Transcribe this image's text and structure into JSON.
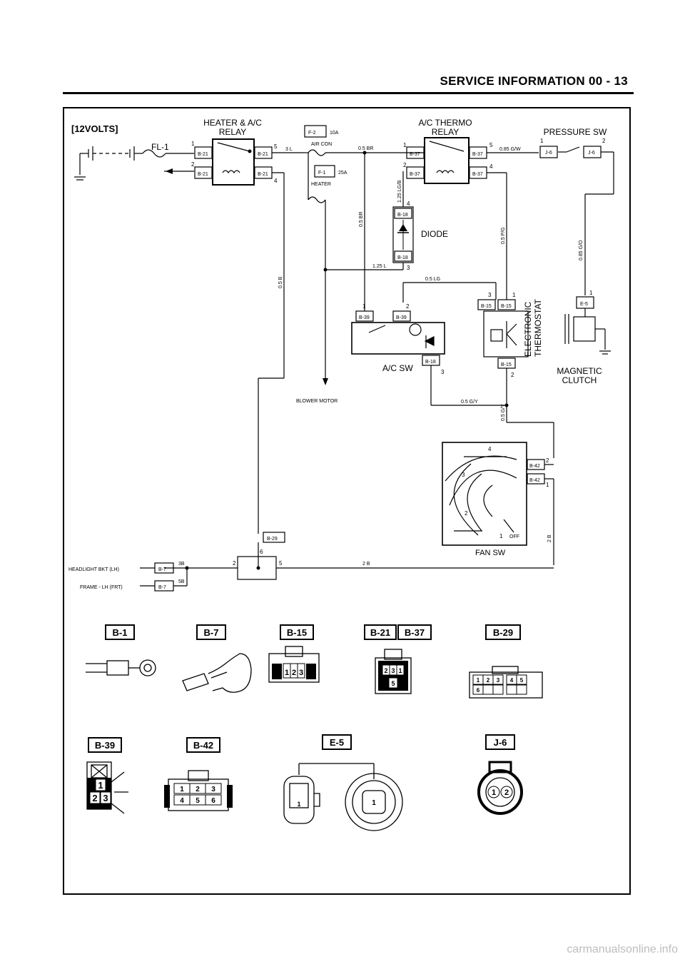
{
  "header": {
    "title": "SERVICE INFORMATION  00 - 13"
  },
  "diagram": {
    "system_voltage": "[12VOLTS]",
    "fusible_link": "FL-1",
    "heater_ac_relay": {
      "line1": "HEATER & A/C",
      "line2": "RELAY"
    },
    "ac_thermo_relay": {
      "line1": "A/C THERMO",
      "line2": "RELAY"
    },
    "pressure_sw": "PRESSURE SW",
    "fuse_aircon": {
      "id": "F-2",
      "rating": "10A",
      "name": "AIR CON"
    },
    "fuse_heater": {
      "id": "F-1",
      "rating": "25A",
      "name": "HEATER"
    },
    "diode": "DIODE",
    "ac_sw": "A/C SW",
    "electronic_thermostat": {
      "line1": "ELECTRONIC",
      "line2": "THERMOSTAT"
    },
    "magnetic_clutch": {
      "line1": "MAGNETIC",
      "line2": "CLUTCH"
    },
    "blower_motor": "BLOWER MOTOR",
    "fan_sw": "FAN SW",
    "fan_off": "OFF",
    "headlight_ground": "HEADLIGHT BKT (LH)",
    "frame_ground": "FRAME - LH (FRT)",
    "wires": {
      "w3l": "3 L",
      "w05br_top": "0.5 BR",
      "w085gw": "0.85 G/W",
      "w125lgb": "1.25 LG/B",
      "w05br_v": "0.5 BR",
      "w05pg": "0.5 P/G",
      "w085go": "0.85 G/O",
      "w125l": "1.25 L",
      "w05lg": "0.5 LG",
      "w05b": "0.5 B",
      "w05gy_h": "0.5 G/Y",
      "w05gy_v": "0.5 G/Y",
      "w2b_v": "2 B",
      "w2b_h": "2 B",
      "w3b": "3B",
      "w5b": "5B"
    },
    "connectors": {
      "b21": "B-21",
      "b37": "B-37",
      "j6": "J-6",
      "b18": "B-18",
      "b39": "B-39",
      "b15": "B-15",
      "e5": "E-5",
      "b42": "B-42",
      "b29": "B-29",
      "b7": "B-7"
    },
    "pins": {
      "p1": "1",
      "p2": "2",
      "p3": "3",
      "p4": "4",
      "p5": "5",
      "p6": "6"
    }
  },
  "connector_views": {
    "b1": "B-1",
    "b7": "B-7",
    "b15": "B-15",
    "b21": "B-21",
    "b37": "B-37",
    "b29": "B-29",
    "b39": "B-39",
    "b42": "B-42",
    "e5": "E-5",
    "j6": "J-6"
  },
  "footer": {
    "watermark": "carmanualsonline.info"
  }
}
